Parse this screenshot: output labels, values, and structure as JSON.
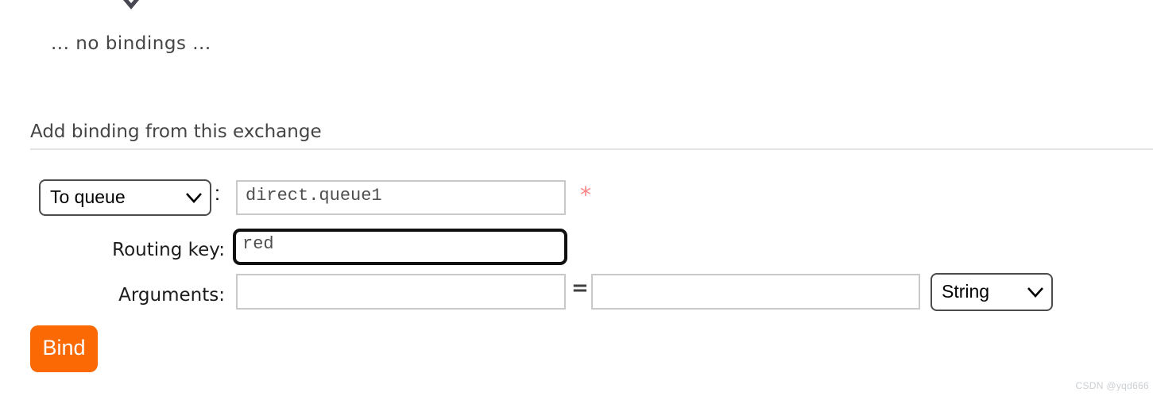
{
  "diagram": {
    "arrow_icon": "chevron-down-icon",
    "no_bindings_text": "... no bindings ..."
  },
  "section": {
    "heading": "Add binding from this exchange"
  },
  "form": {
    "destination": {
      "selected_option": "To queue",
      "separator": ":",
      "name_value": "direct.queue1",
      "required_marker": "*"
    },
    "routing_key": {
      "label": "Routing key:",
      "value": "red"
    },
    "arguments": {
      "label": "Arguments:",
      "key_value": "",
      "equals": "=",
      "value_value": "",
      "type_selected": "String"
    },
    "submit_label": "Bind"
  },
  "colors": {
    "accent_orange": "#fa6903",
    "required_red": "#fc8484",
    "input_border_gray": "#c9c9c9",
    "focus_border_black": "#101010",
    "text_dark": "#454545"
  },
  "watermark": "CSDN @yqd666"
}
